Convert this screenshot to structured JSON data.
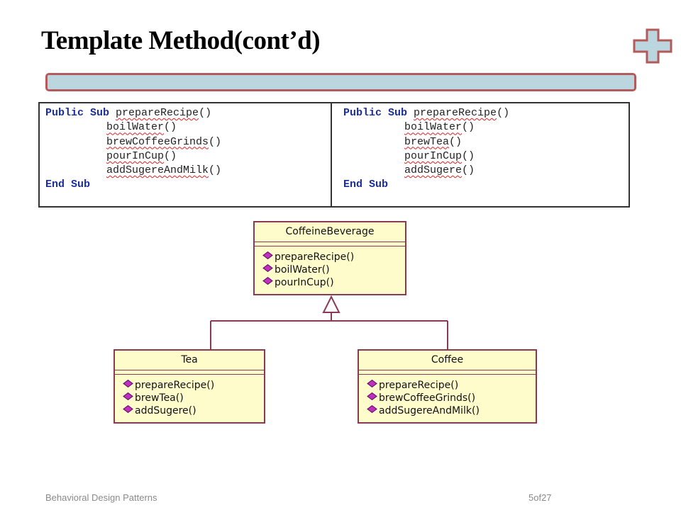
{
  "slide": {
    "title": "Template Method(cont’d)",
    "footer_left": "Behavioral Design Patterns",
    "footer_right": "5of27"
  },
  "colors": {
    "accent_bar_fill": "#bcd6e0",
    "accent_bar_border": "#b45a5a",
    "uml_fill": "#fffccc",
    "uml_border": "#8a3a55",
    "keyword": "#1a2f9c",
    "icon_plus": "plus-icon"
  },
  "code": {
    "left": {
      "header_kw": "Public Sub",
      "header_name": "prepareRecipe",
      "header_paren": "()",
      "lines": [
        {
          "name": "boilWater",
          "paren": "()"
        },
        {
          "name": "brewCoffeeGrinds",
          "paren": "()"
        },
        {
          "name": "pourInCup",
          "paren": "()"
        },
        {
          "name": "addSugereAndMilk",
          "paren": "()"
        }
      ],
      "footer_kw": "End Sub"
    },
    "right": {
      "header_kw": "Public Sub",
      "header_name": "prepareRecipe",
      "header_paren": "()",
      "lines": [
        {
          "name": "boilWater",
          "paren": "()"
        },
        {
          "name": "brewTea",
          "paren": "()"
        },
        {
          "name": "pourInCup",
          "paren": "()"
        },
        {
          "name": "addSugere",
          "paren": "()"
        }
      ],
      "footer_kw": "End Sub"
    }
  },
  "uml": {
    "parent": {
      "name": "CoffeineBeverage",
      "ops": [
        "prepareRecipe()",
        "boilWater()",
        "pourInCup()"
      ]
    },
    "tea": {
      "name": "Tea",
      "ops": [
        "prepareRecipe()",
        "brewTea()",
        "addSugere()"
      ]
    },
    "coffee": {
      "name": "Coffee",
      "ops": [
        "prepareRecipe()",
        "brewCoffeeGrinds()",
        "addSugereAndMilk()"
      ]
    }
  }
}
